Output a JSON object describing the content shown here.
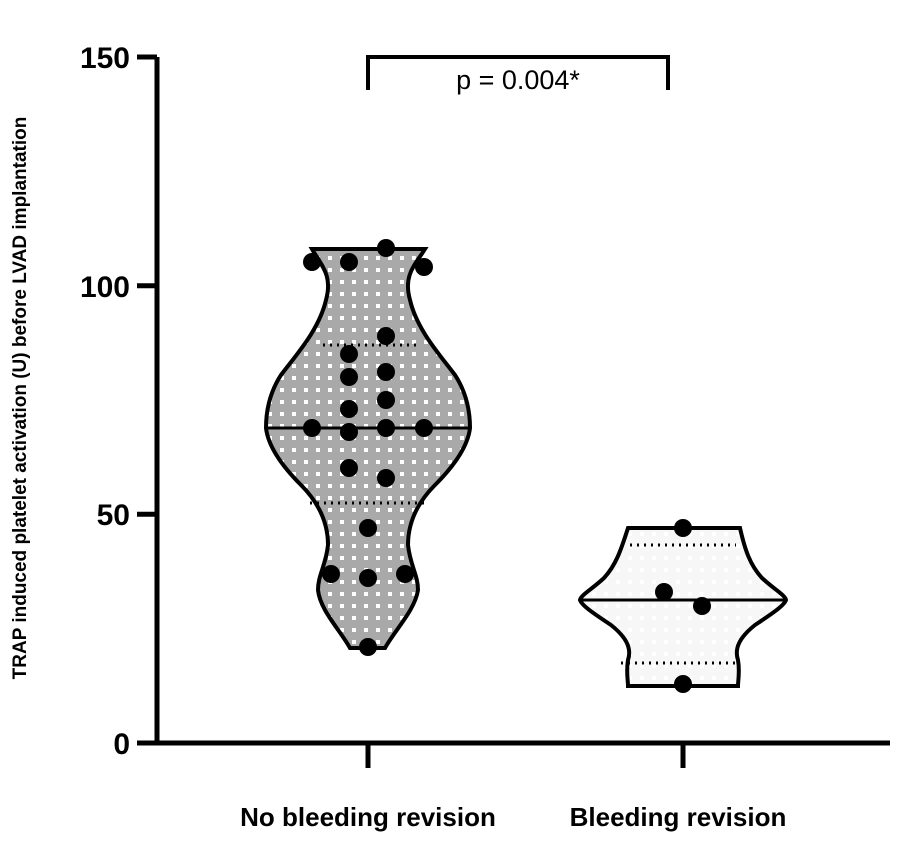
{
  "chart_data": {
    "type": "violin",
    "ylabel": "TRAP induced platelet activation (U) before LVAD implantation",
    "ylim": [
      0,
      150
    ],
    "yticks": [
      "0",
      "50",
      "100",
      "150"
    ],
    "categories": [
      "No bleeding revision",
      "Bleeding revision"
    ],
    "groups": [
      {
        "category": "No bleeding revision",
        "fill": "#a9a9a9",
        "median": 69,
        "quartiles": [
          52.5,
          87
        ],
        "min": 21,
        "max": 108,
        "points": [
          21,
          36,
          37,
          37,
          47,
          58,
          60,
          68,
          69,
          69,
          69,
          73,
          75,
          80,
          81,
          85,
          89,
          104,
          105,
          105,
          108
        ]
      },
      {
        "category": "Bleeding revision",
        "fill": "#f7f7f7",
        "median": 31.5,
        "quartiles": [
          17.5,
          43.5
        ],
        "min": 13,
        "max": 47,
        "points": [
          13,
          30,
          33,
          47
        ]
      }
    ],
    "annotation": {
      "text": "p = 0.004*",
      "bracket_between": [
        "No bleeding revision",
        "Bleeding revision"
      ],
      "bracket_value": 150
    }
  }
}
